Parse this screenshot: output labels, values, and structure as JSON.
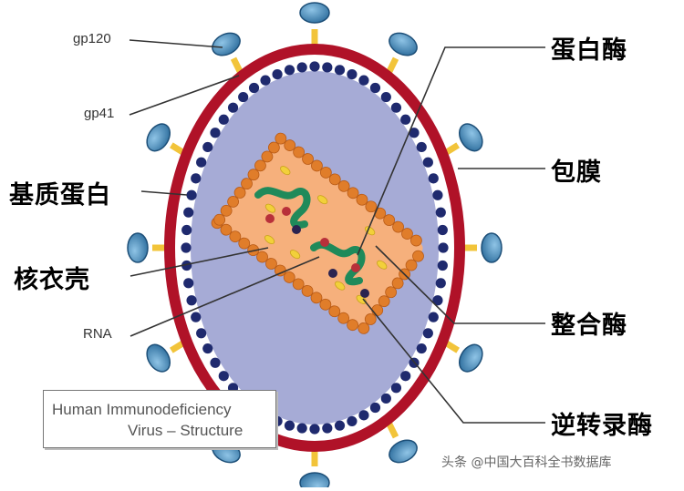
{
  "diagram": {
    "labels_left": {
      "gp120": "gp120",
      "gp41": "gp41",
      "matrix_protein": "基质蛋白",
      "capsid": "核衣壳",
      "rna": "RNA"
    },
    "labels_right": {
      "protease": "蛋白酶",
      "envelope": "包膜",
      "integrase": "整合酶",
      "reverse_transcriptase": "逆转录酶"
    },
    "caption": {
      "line1": "Human Immunodeficiency",
      "line2": "Virus – Structure"
    },
    "watermark": "头条 @中国大百科全书数据库"
  },
  "colors": {
    "envelope": "#b01228",
    "matrix_beads": "#1f2a6e",
    "interior": "#a6abd6",
    "capsid_fill": "#f6b07c",
    "capsid_beads": "#e07d2a",
    "spike_head": "#3a7fb0",
    "spike_stem": "#f2c43a",
    "rna": "#1f8a5a",
    "enzyme_dot": "#b8303a",
    "dark_dot": "#2b2350",
    "yellow_oval": "#f2d03a"
  }
}
